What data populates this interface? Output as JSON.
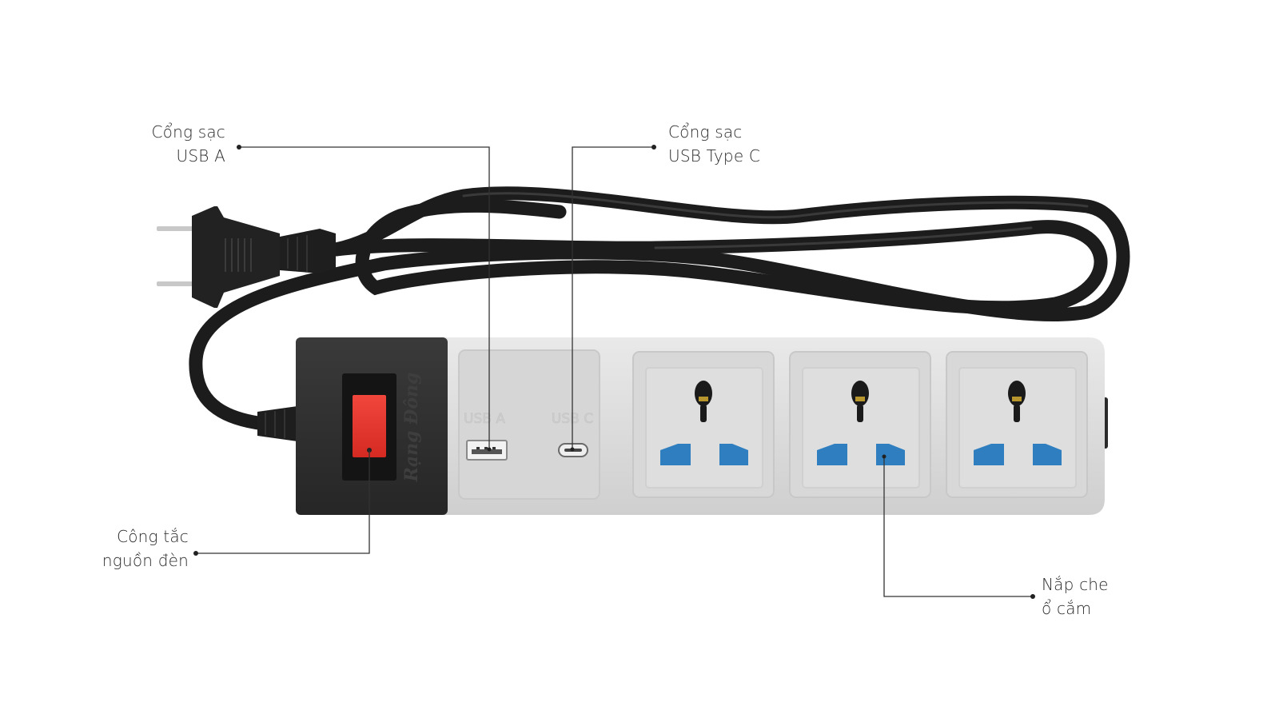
{
  "callouts": {
    "usb_a": {
      "line1": "Cổng sạc",
      "line2": "USB A"
    },
    "usb_c": {
      "line1": "Cổng sạc",
      "line2": "USB Type C"
    },
    "switch": {
      "line1": "Công tắc",
      "line2": "nguồn đèn"
    },
    "socket_cover": {
      "line1": "Nắp che",
      "line2": "ổ cắm"
    }
  },
  "device": {
    "brand": "Rạng Đông",
    "port_labels": {
      "usb_a": "USB A",
      "usb_c": "USB C"
    },
    "socket_count": 3
  },
  "colors": {
    "body": "#dcdcdc",
    "end_cap": "#2f2f2f",
    "switch": "#e8332a",
    "shutter": "#2f7fc0",
    "cable": "#1f1f1f",
    "leader": "#333333"
  }
}
